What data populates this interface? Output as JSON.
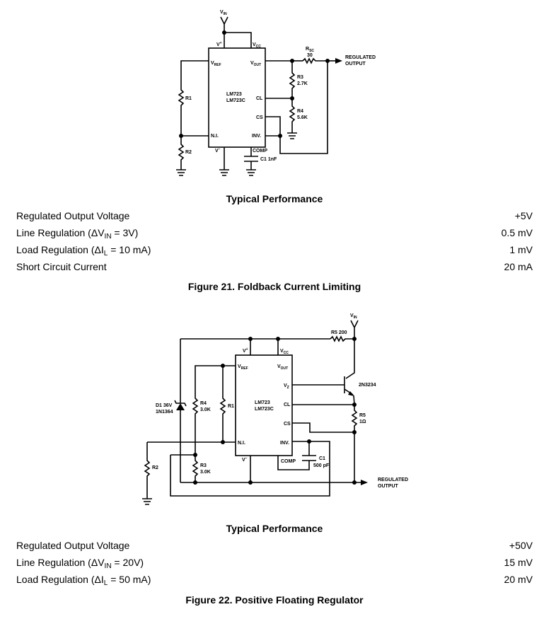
{
  "figure21": {
    "schematic": {
      "vin": "V",
      "vin_sub": "IN",
      "vplus": "V",
      "vplus_sup": "+",
      "vcc": "V",
      "vcc_sub": "CC",
      "vref": "V",
      "vref_sub": "REF",
      "vout": "V",
      "vout_sub": "OUT",
      "ic_line1": "LM723",
      "ic_line2": "LM723C",
      "cl": "CL",
      "cs": "CS",
      "ni": "N.I.",
      "inv": "INV.",
      "vminus": "V",
      "vminus_sup": "−",
      "comp": "COMP",
      "r1": "R1",
      "r2": "R2",
      "r3": "R3",
      "r3_val": "2.7K",
      "r4": "R4",
      "r4_val": "5.6K",
      "rsc": "R",
      "rsc_sub": "SC",
      "rsc_val": "30",
      "c1": "C1  1nF",
      "out_line1": "REGULATED",
      "out_line2": "OUTPUT"
    },
    "perf_title": "Typical Performance",
    "rows": [
      {
        "label": "Regulated Output Voltage",
        "value": "+5V"
      },
      {
        "label_pre": "Line Regulation (ΔV",
        "label_sub": "IN",
        "label_post": " = 3V)",
        "value": "0.5 mV"
      },
      {
        "label_pre": "Load Regulation (ΔI",
        "label_sub": "L",
        "label_post": " = 10 mA)",
        "value": "1 mV"
      },
      {
        "label": "Short Circuit Current",
        "value": "20 mA"
      }
    ],
    "caption": "Figure 21.  Foldback Current Limiting"
  },
  "figure22": {
    "schematic": {
      "vin": "V",
      "vin_sub": "IN",
      "r5_200": "R5 200",
      "vplus": "V",
      "vplus_sup": "+",
      "vcc": "V",
      "vcc_sub": "CC",
      "vref": "V",
      "vref_sub": "REF",
      "vout": "V",
      "vout_sub": "OUT",
      "vz": "V",
      "vz_sub": "Z",
      "ic_line1": "LM723",
      "ic_line2": "LM723C",
      "cl": "CL",
      "cs": "CS",
      "ni": "N.I.",
      "inv": "INV.",
      "vminus": "V",
      "vminus_sup": "−",
      "comp": "COMP",
      "transistor": "2N3234",
      "d1_line1": "D1 36V",
      "d1_line2": "1N1364",
      "r4": "R4",
      "r4_val": "3.0K",
      "r1": "R1",
      "r2": "R2",
      "r3": "R3",
      "r3_val": "3.0K",
      "r5": "R5",
      "r5_val": "1Ω",
      "c1": "C1",
      "c1_val": "500 pF",
      "out_line1": "REGULATED",
      "out_line2": "OUTPUT"
    },
    "perf_title": "Typical Performance",
    "rows": [
      {
        "label": "Regulated Output Voltage",
        "value": "+50V"
      },
      {
        "label_pre": "Line Regulation (ΔV",
        "label_sub": "IN",
        "label_post": " = 20V)",
        "value": "15 mV"
      },
      {
        "label_pre": "Load Regulation (ΔI",
        "label_sub": "L",
        "label_post": " = 50 mA)",
        "value": "20 mV"
      }
    ],
    "caption": "Figure 22.  Positive Floating Regulator"
  }
}
